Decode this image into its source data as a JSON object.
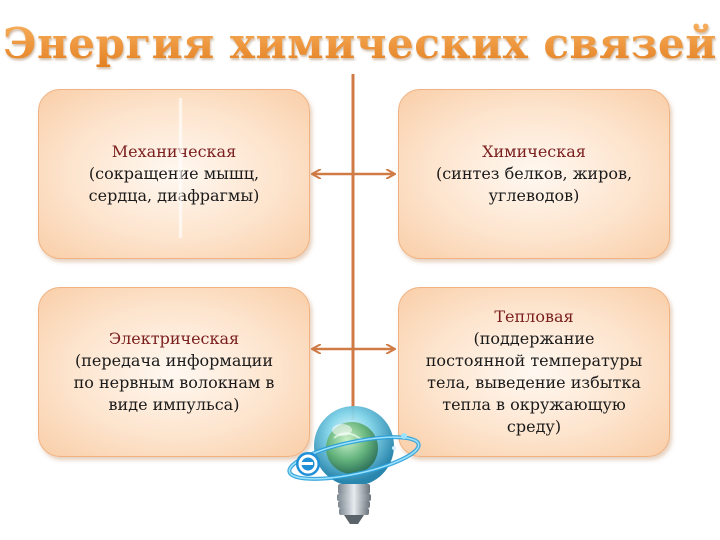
{
  "title": "Энергия химических связей",
  "boxes": {
    "mechanical": {
      "heading": "Механическая",
      "description": "(сокращение мышц,\nсердца, диафрагмы)"
    },
    "chemical": {
      "heading": "Химическая",
      "description": "(синтез белков, жиров,\nуглеводов)"
    },
    "electrical": {
      "heading": "Электрическая",
      "description": "(передача информации\nпо нервным волокнам в\nвиде импульса)"
    },
    "thermal": {
      "heading": "Тепловая",
      "description": "(поддержание\nпостоянной температуры\nтела, выведение избытка\nтепла в окружающую\nсреду)"
    }
  },
  "colors": {
    "title": "#f08a2c",
    "box_border": "#f0b282",
    "box_fill": "#fde4cd",
    "heading": "#7a1e1e",
    "connector": "#d07a45"
  },
  "icons": {
    "decoration": "light-bulb-globe-icon"
  }
}
